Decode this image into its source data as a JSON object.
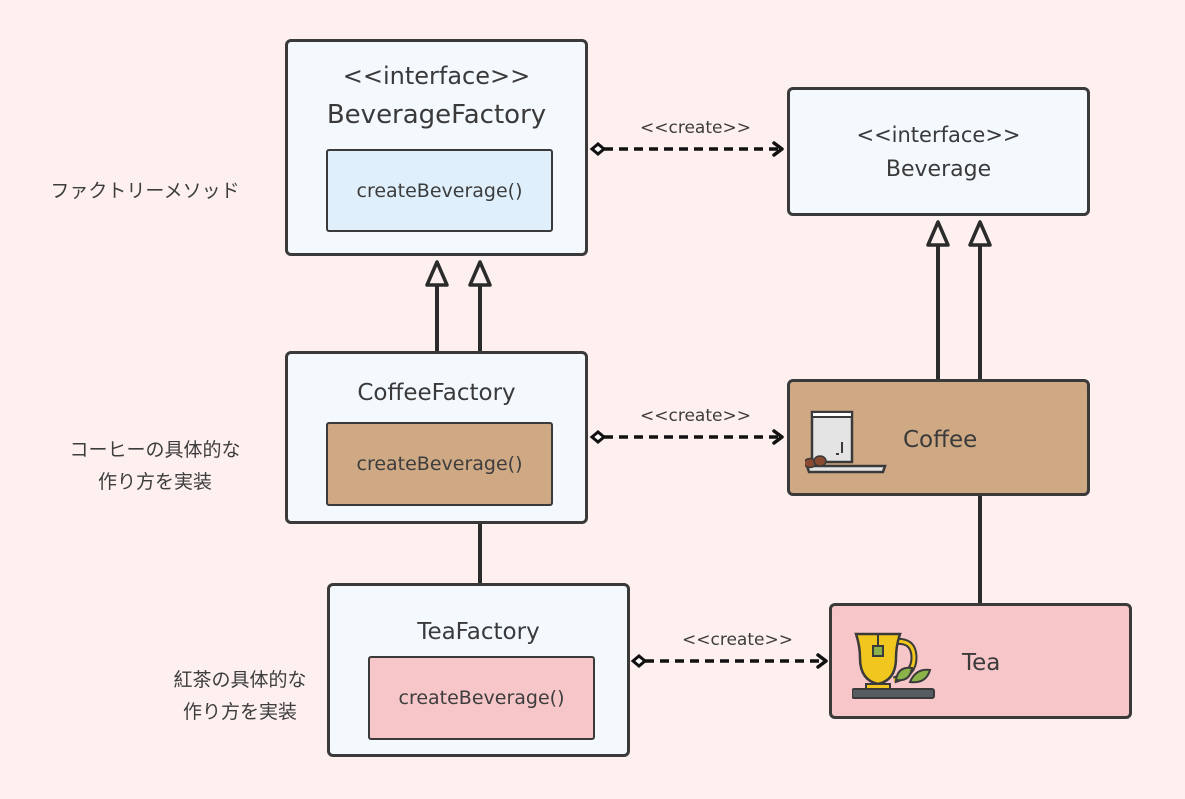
{
  "notes": {
    "factory_method": "ファクトリーメソッド",
    "coffee_impl_line1": "コーヒーの具体的な",
    "coffee_impl_line2": "作り方を実装",
    "tea_impl_line1": "紅茶の具体的な",
    "tea_impl_line2": "作り方を実装"
  },
  "beverage_factory": {
    "stereotype": "<<interface>>",
    "name": "BeverageFactory",
    "method": "createBeverage()",
    "method_color": "#dff0fc"
  },
  "beverage": {
    "stereotype": "<<interface>>",
    "name": "Beverage"
  },
  "coffee_factory": {
    "name": "CoffeeFactory",
    "method": "createBeverage()",
    "method_color": "#cfa984"
  },
  "tea_factory": {
    "name": "TeaFactory",
    "method": "createBeverage()",
    "method_color": "#f6c6c9"
  },
  "coffee": {
    "name": "Coffee",
    "icon": "coffee-mug-icon",
    "color": "#cfa984"
  },
  "tea": {
    "name": "Tea",
    "icon": "teacup-icon",
    "color": "#f6c6c9"
  },
  "relations": {
    "create_label_1": "<<create>>",
    "create_label_2": "<<create>>",
    "create_label_3": "<<create>>"
  }
}
